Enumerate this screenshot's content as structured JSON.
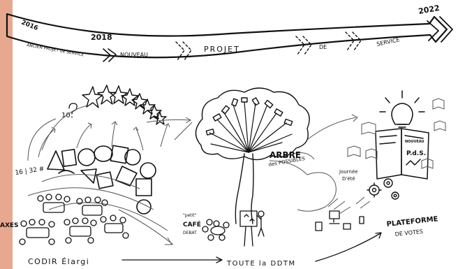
{
  "colors": {
    "side_bar": "#e8a890",
    "ink": "#111111",
    "gray": "#8a8a8a"
  },
  "timeline": {
    "year_start": "2016",
    "year_mid": "2018",
    "year_end": "2022",
    "label_old": "ANCIEN PROJET de SERVICE",
    "label_nouveau": "NOUVEAU",
    "label_projet": "PROJET",
    "label_de": "DE",
    "label_service": "SERVICE"
  },
  "left": {
    "stars_count": "10",
    "participants": "16 | 32 #",
    "axes_label": "AXES",
    "codir": "CODIR  Élargi"
  },
  "middle": {
    "tree_title": "ARBRE",
    "tree_subtitle": "des POSSIBLES",
    "cafe_petit": "\"petit\"",
    "cafe": "CAFÉ",
    "cafe_debat": "DEBAT",
    "toute_ddtm": "TOUTE la DDTM"
  },
  "right": {
    "book_line1": "NOUVEAU",
    "book_line2": "P.d.S.",
    "journee": "Journée",
    "dete": "D'été",
    "plateforme": "PLATEFORME",
    "de_votes": "DE VOTES"
  }
}
